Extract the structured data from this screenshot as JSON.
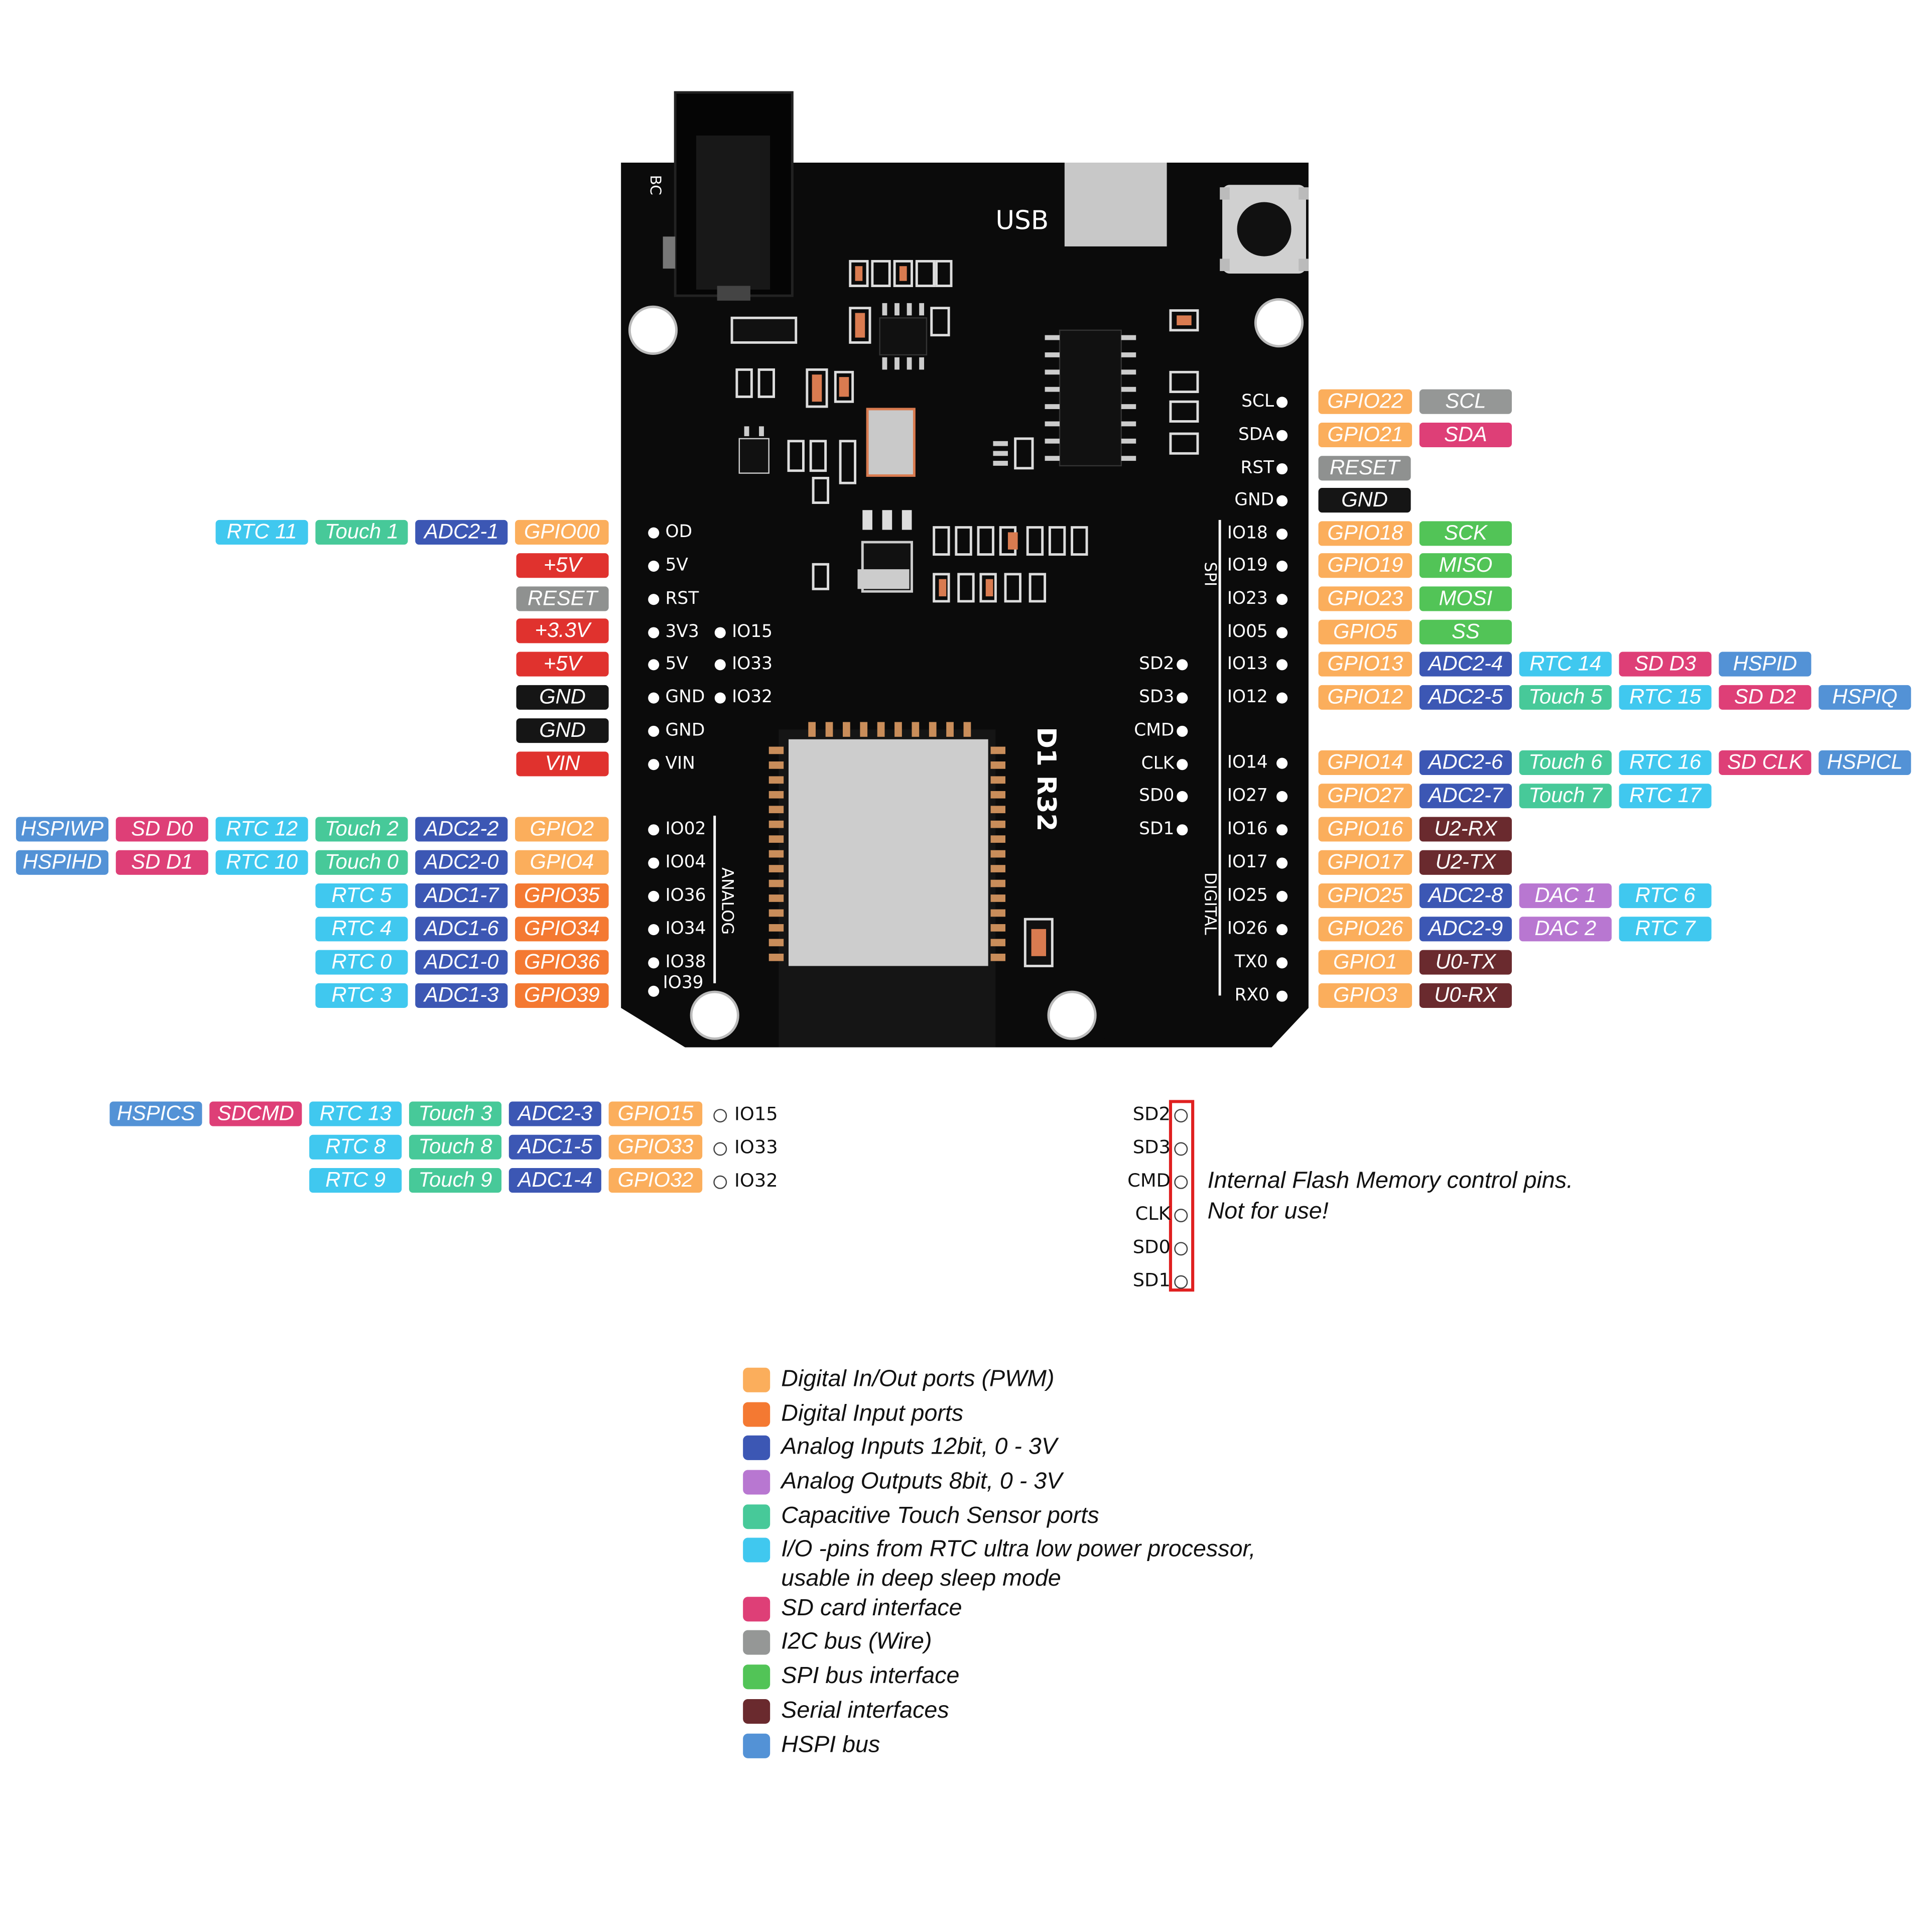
{
  "colors": {
    "gpio": "#fbae5c",
    "input": "#f47932",
    "adc": "#3c57b4",
    "dac": "#b877d1",
    "touch": "#47c999",
    "rtc": "#40c8ef",
    "sd": "#de3f77",
    "i2c": "#959796",
    "spi": "#52c457",
    "serial": "#6a2a2e",
    "hspi": "#5392d6",
    "power": "#e0322e",
    "reset": "#8f9190",
    "gnd": "#151515"
  },
  "board": {
    "usb": "USB",
    "bc": "BC",
    "name": "D1 R32",
    "spi": "SPI",
    "analog": "ANALOG",
    "digital": "DIGITAL",
    "left_pins": [
      "OD",
      "5V",
      "RST",
      "3V3",
      "5V",
      "GND",
      "GND",
      "VIN"
    ],
    "mid_pins": [
      "IO15",
      "IO33",
      "IO32"
    ],
    "analog_pins": [
      "IO02",
      "IO04",
      "IO36",
      "IO34",
      "IO38",
      "IO39"
    ],
    "right_top_pins": [
      "SCL",
      "SDA",
      "RST",
      "GND"
    ],
    "right_pins": [
      "IO18",
      "IO19",
      "IO23",
      "IO05",
      "IO13",
      "IO12",
      "IO14",
      "IO27",
      "IO16",
      "IO17",
      "IO25",
      "IO26",
      "TX0",
      "RX0"
    ],
    "sd_pins": [
      "SD2",
      "SD3",
      "CMD",
      "CLK",
      "SD0",
      "SD1"
    ]
  },
  "left_labels": [
    [
      "RTC 11",
      "Touch 1",
      "ADC2-1",
      "GPIO00"
    ],
    [
      "+5V"
    ],
    [
      "RESET"
    ],
    [
      "+3.3V"
    ],
    [
      "+5V"
    ],
    [
      "GND"
    ],
    [
      "GND"
    ],
    [
      "VIN"
    ],
    [
      "HSPIWP",
      "SD D0",
      "RTC 12",
      "Touch 2",
      "ADC2-2",
      "GPIO2"
    ],
    [
      "HSPIHD",
      "SD D1",
      "RTC 10",
      "Touch 0",
      "ADC2-0",
      "GPIO4"
    ],
    [
      "RTC 5",
      "ADC1-7",
      "GPIO35"
    ],
    [
      "RTC 4",
      "ADC1-6",
      "GPIO34"
    ],
    [
      "RTC 0",
      "ADC1-0",
      "GPIO36"
    ],
    [
      "RTC 3",
      "ADC1-3",
      "GPIO39"
    ]
  ],
  "right_labels": [
    [
      "GPIO22",
      "SCL"
    ],
    [
      "GPIO21",
      "SDA"
    ],
    [
      "RESET"
    ],
    [
      "GND"
    ],
    [
      "GPIO18",
      "SCK"
    ],
    [
      "GPIO19",
      "MISO"
    ],
    [
      "GPIO23",
      "MOSI"
    ],
    [
      "GPIO5",
      "SS"
    ],
    [
      "GPIO13",
      "ADC2-4",
      "RTC 14",
      "SD D3",
      "HSPID"
    ],
    [
      "GPIO12",
      "ADC2-5",
      "Touch 5",
      "RTC 15",
      "SD D2",
      "HSPIQ"
    ],
    [
      "GPIO14",
      "ADC2-6",
      "Touch 6",
      "RTC 16",
      "SD CLK",
      "HSPICL"
    ],
    [
      "GPIO27",
      "ADC2-7",
      "Touch 7",
      "RTC 17"
    ],
    [
      "GPIO16",
      "U2-RX"
    ],
    [
      "GPIO17",
      "U2-TX"
    ],
    [
      "GPIO25",
      "ADC2-8",
      "DAC 1",
      "RTC 6"
    ],
    [
      "GPIO26",
      "ADC2-9",
      "DAC 2",
      "RTC 7"
    ],
    [
      "GPIO1",
      "U0-TX"
    ],
    [
      "GPIO3",
      "U0-RX"
    ]
  ],
  "bottom_left": [
    {
      "pin": "IO15",
      "labels": [
        "HSPICS",
        "SDCMD",
        "RTC 13",
        "Touch 3",
        "ADC2-3",
        "GPIO15"
      ]
    },
    {
      "pin": "IO33",
      "labels": [
        "RTC 8",
        "Touch 8",
        "ADC1-5",
        "GPIO33"
      ]
    },
    {
      "pin": "IO32",
      "labels": [
        "RTC 9",
        "Touch 9",
        "ADC1-4",
        "GPIO32"
      ]
    }
  ],
  "flash": {
    "pins": [
      "SD2",
      "SD3",
      "CMD",
      "CLK",
      "SD0",
      "SD1"
    ],
    "note1": "Internal Flash Memory control pins.",
    "note2": "Not for use!"
  },
  "legend": [
    {
      "c": "#fbae5c",
      "t": "Digital In/Out ports (PWM)"
    },
    {
      "c": "#f47932",
      "t": "Digital Input ports"
    },
    {
      "c": "#3c57b4",
      "t": "Analog Inputs 12bit, 0 - 3V"
    },
    {
      "c": "#b877d1",
      "t": "Analog Outputs 8bit, 0 - 3V"
    },
    {
      "c": "#47c999",
      "t": "Capacitive Touch Sensor ports"
    },
    {
      "c": "#40c8ef",
      "t": "I/O -pins from RTC ultra low power processor,",
      "t2": "usable in deep sleep mode"
    },
    {
      "c": "#de3f77",
      "t": "SD card interface"
    },
    {
      "c": "#959796",
      "t": "I2C bus (Wire)"
    },
    {
      "c": "#52c457",
      "t": "SPI bus interface"
    },
    {
      "c": "#6a2a2e",
      "t": "Serial interfaces"
    },
    {
      "c": "#5392d6",
      "t": "HSPI bus"
    }
  ]
}
